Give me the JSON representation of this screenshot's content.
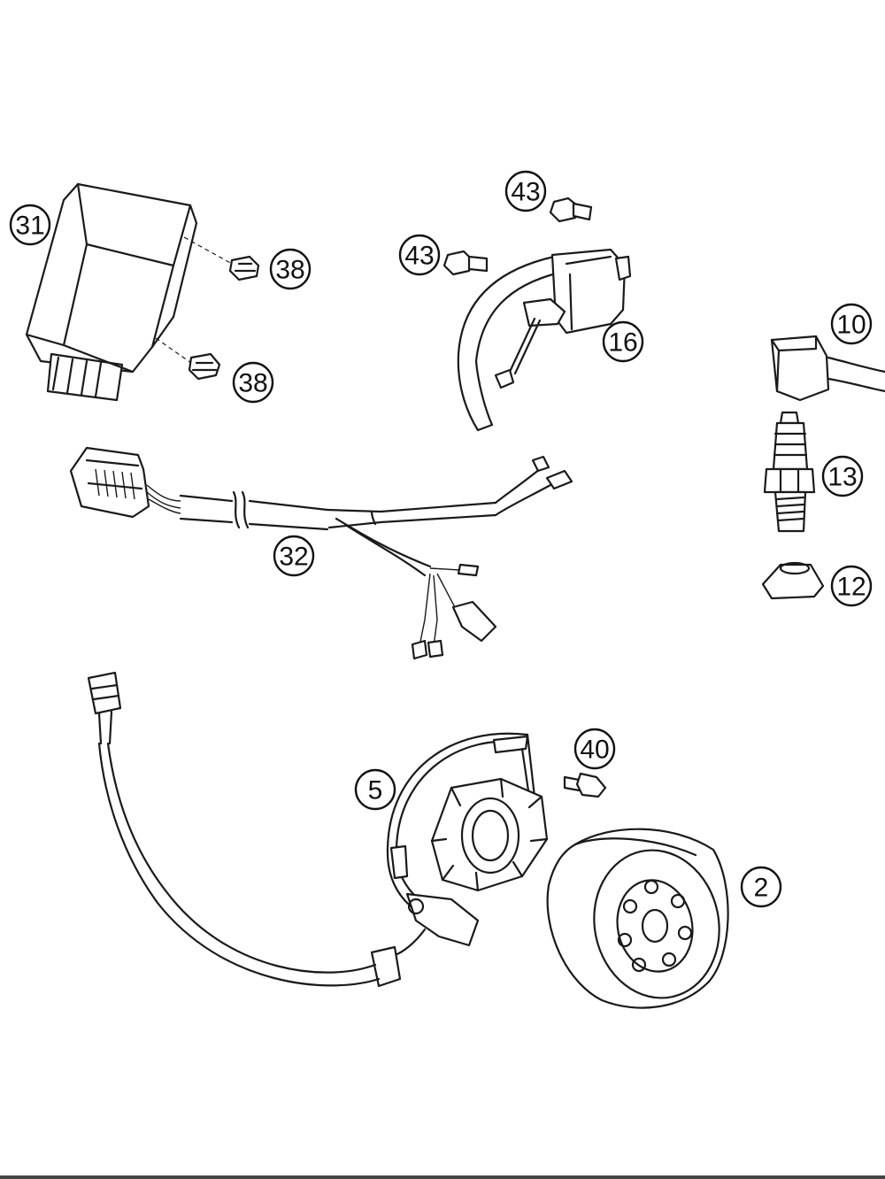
{
  "callouts": {
    "c31": "31",
    "c38a": "38",
    "c38b": "38",
    "c43a": "43",
    "c43b": "43",
    "c16": "16",
    "c10": "10",
    "c13": "13",
    "c12": "12",
    "c32": "32",
    "c40": "40",
    "c5": "5",
    "c2": "2"
  }
}
